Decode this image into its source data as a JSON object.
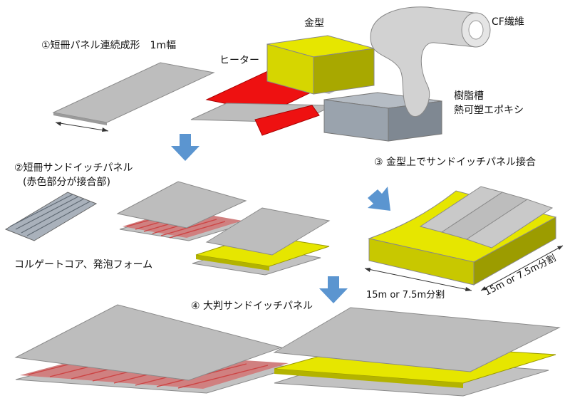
{
  "labels": {
    "step1": "①短冊パネル連続成形　1m幅",
    "heater": "ヒーター",
    "mold": "金型",
    "cf_fiber": "CF繊維",
    "resin_tank_line1": "樹脂槽",
    "resin_tank_line2": "熱可塑エポキシ",
    "step2_line1": "②短冊サンドイッチパネル",
    "step2_line2": "(赤色部分が接合部)",
    "core_types": "コルゲートコア、発泡フォーム",
    "step3": "③ 金型上でサンドイッチパネル接合",
    "split_a": "15m or 7.5m分割",
    "split_b": "15m or 7.5m分割",
    "step4": "④ 大判サンドイッチパネル"
  },
  "colors": {
    "panel_gray": "#b8b8b8",
    "panel_edge": "#8a8a8a",
    "heater_red": "#ee1111",
    "mold_yellow": "#d8d800",
    "mold_yellow_dark": "#9c9c00",
    "arrow_blue": "#5b95d0",
    "tank_gray": "#9aa3ad",
    "corrugation": "#cc4444"
  }
}
